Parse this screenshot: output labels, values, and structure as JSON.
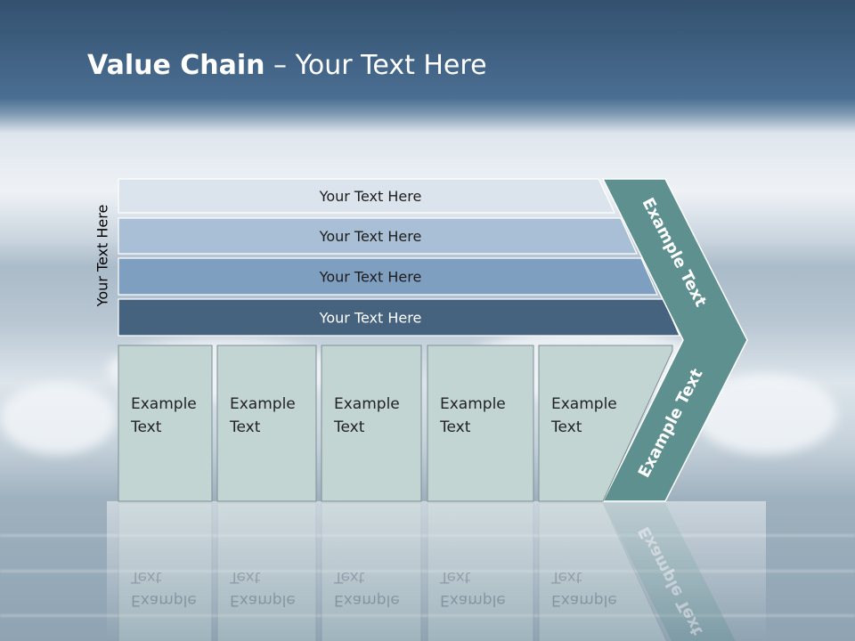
{
  "title": {
    "bold": "Value Chain",
    "rest": " – Your Text Here"
  },
  "side_label": "Your Text Here",
  "bars": [
    {
      "label": "Your Text Here",
      "fill": "#dbe4ec",
      "text_color": "#1d1d1d"
    },
    {
      "label": "Your Text Here",
      "fill": "#a9bfd5",
      "text_color": "#1d1d1d"
    },
    {
      "label": "Your Text Here",
      "fill": "#7f9fc0",
      "text_color": "#1d1d1d"
    },
    {
      "label": "Your Text Here",
      "fill": "#45627f",
      "text_color": "#ffffff"
    }
  ],
  "boxes": [
    {
      "line1": "Example",
      "line2": "Text"
    },
    {
      "line1": "Example",
      "line2": "Text"
    },
    {
      "line1": "Example",
      "line2": "Text"
    },
    {
      "line1": "Example",
      "line2": "Text"
    },
    {
      "line1": "Example",
      "line2": "Text"
    }
  ],
  "arrow": {
    "top_label": "Example Text",
    "bottom_label": "Example Text",
    "fill": "#5f9090"
  },
  "colors": {
    "box_fill": "#c2d5d3",
    "box_stroke": "#7d8f96"
  }
}
